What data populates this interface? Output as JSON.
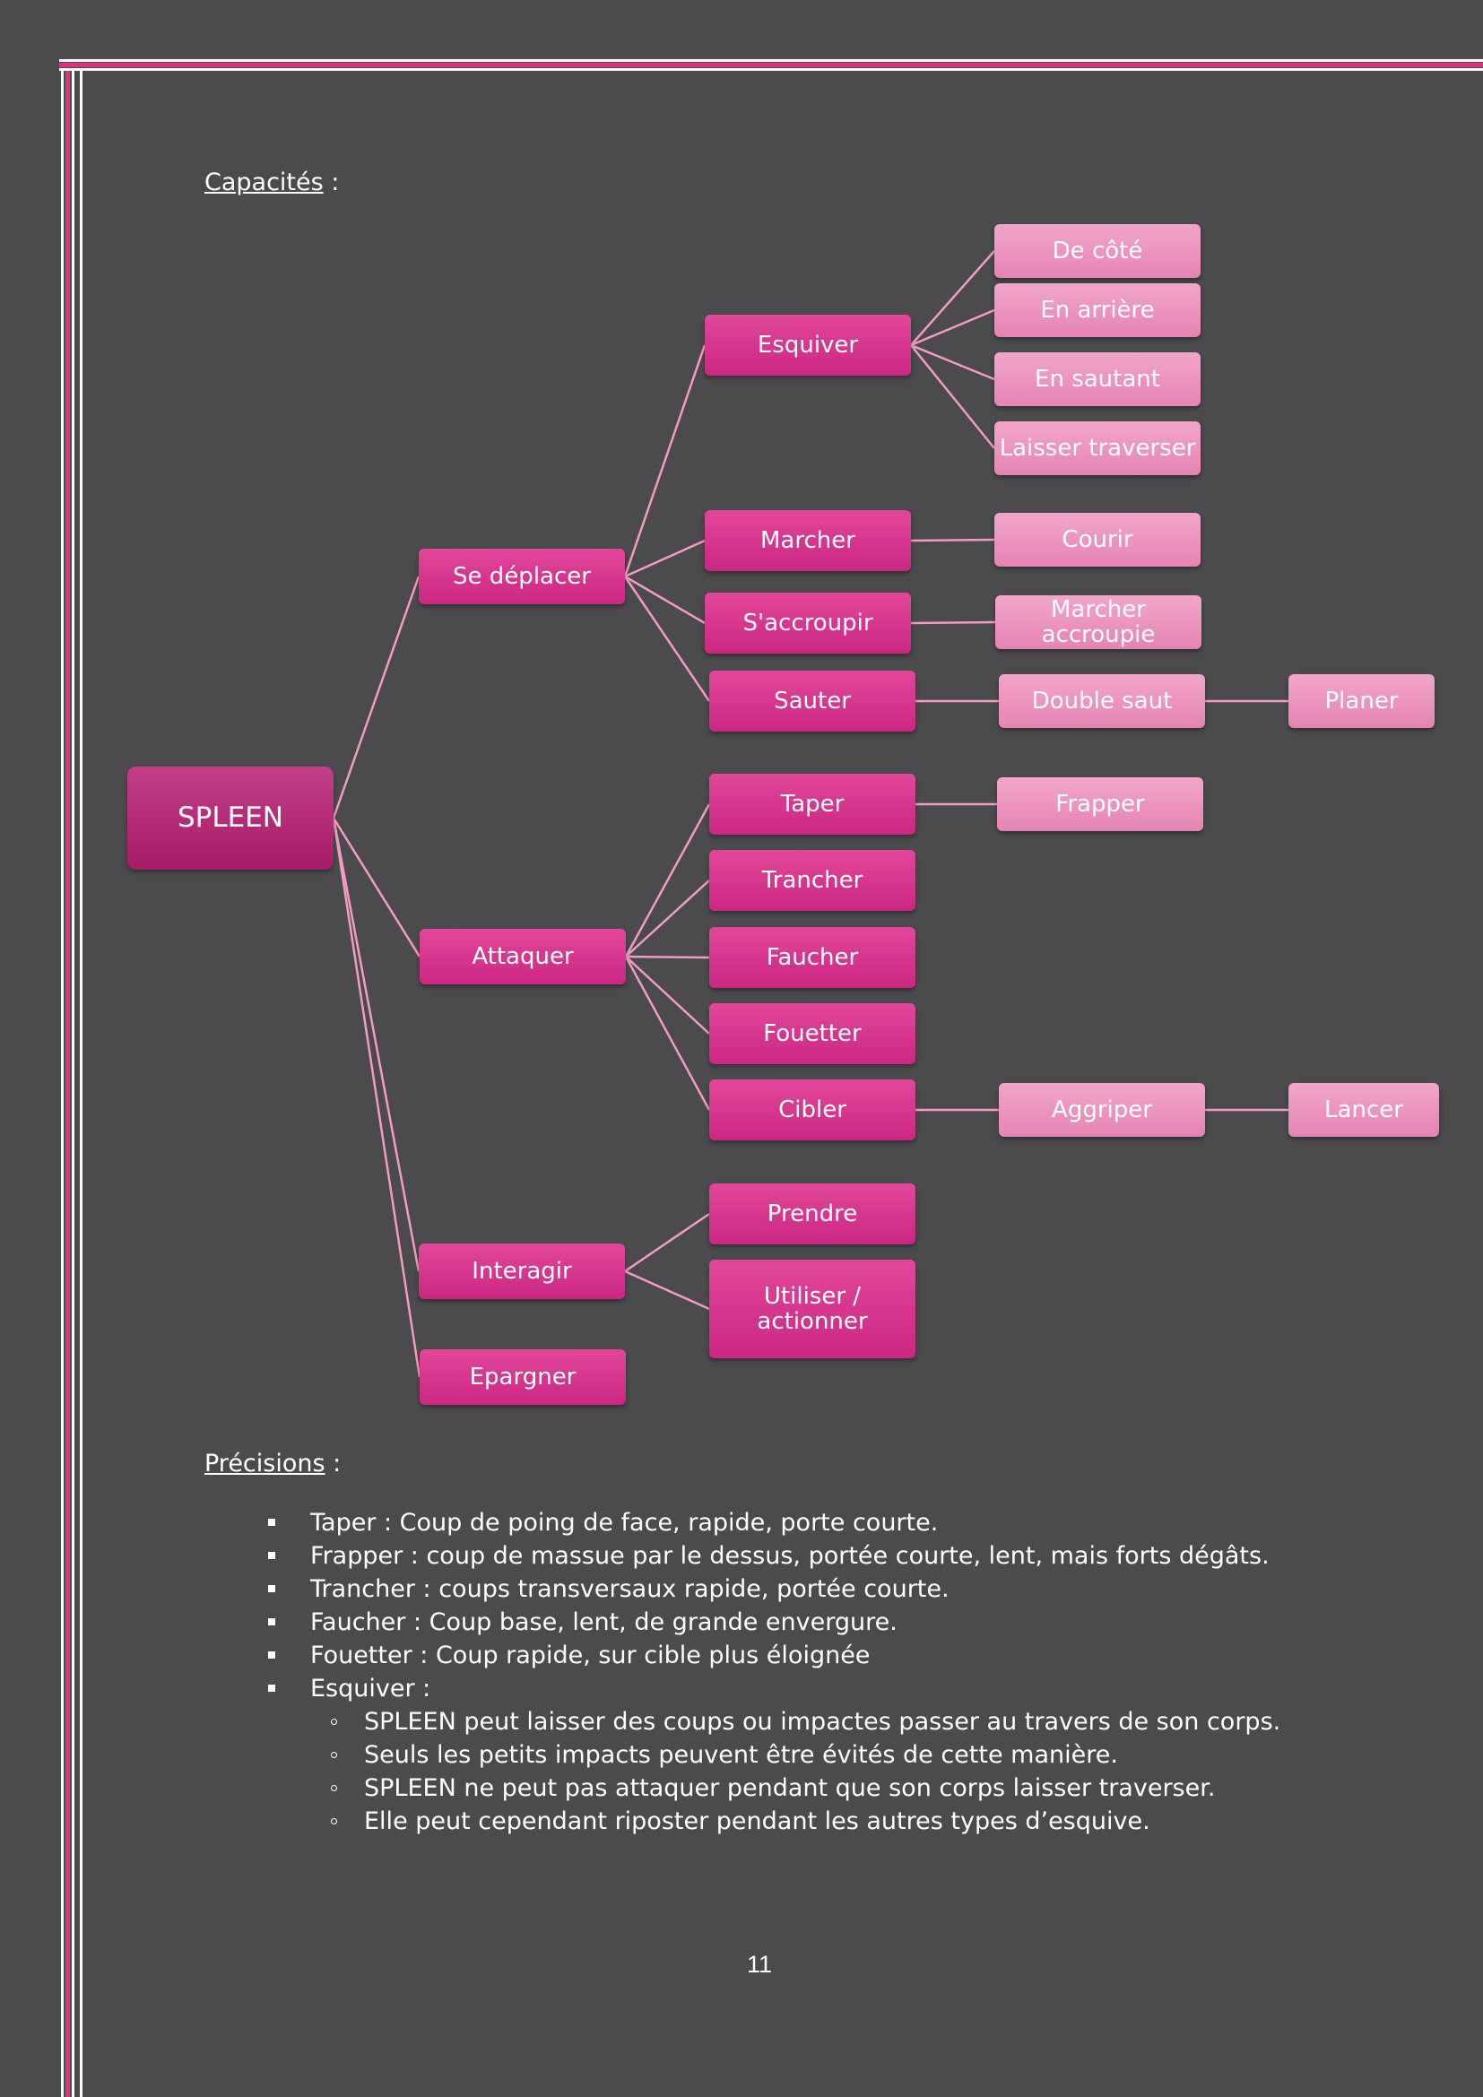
{
  "headings": {
    "capacites_word": "Capacités",
    "capacites_suffix": " :",
    "precisions_word": "Précisions",
    "precisions_suffix": " :"
  },
  "diagram": {
    "nodes": {
      "spleen": "SPLEEN",
      "se_deplacer": "Se déplacer",
      "attaquer": "Attaquer",
      "interagir": "Interagir",
      "epargner": "Epargner",
      "esquiver": "Esquiver",
      "marcher": "Marcher",
      "saccroupir": "S'accroupir",
      "sauter": "Sauter",
      "taper": "Taper",
      "trancher": "Trancher",
      "faucher": "Faucher",
      "fouetter": "Fouetter",
      "cibler": "Cibler",
      "prendre": "Prendre",
      "utiliser": "Utiliser /\nactionner",
      "de_cote": "De côté",
      "en_arriere": "En arrière",
      "en_sautant": "En sautant",
      "laisser_traverser": "Laisser traverser",
      "courir": "Courir",
      "marcher_accroupie": "Marcher\naccroupie",
      "double_saut": "Double saut",
      "planer": "Planer",
      "frapper": "Frapper",
      "aggriper": "Aggriper",
      "lancer": "Lancer"
    }
  },
  "precisions": [
    "Taper : Coup de poing de face, rapide, porte courte.",
    "Frapper : coup de massue par le dessus, portée courte, lent, mais forts dégâts.",
    "Trancher : coups transversaux rapide, portée courte.",
    "Faucher : Coup base, lent, de grande envergure.",
    "Fouetter : Coup rapide, sur cible plus éloignée",
    "Esquiver :"
  ],
  "esquiver_details": [
    "SPLEEN peut laisser des coups ou impactes passer au travers de son corps.",
    "Seuls les petits impacts peuvent être évités de cette manière.",
    "SPLEEN ne peut pas attaquer pendant que son corps laisser traverser.",
    "Elle peut cependant riposter pendant les autres types d’esquive."
  ],
  "page_number": "11",
  "colors": {
    "background": "#4b4b4d",
    "border_pink": "#e0307e",
    "node_dark": "#a61c66",
    "node_mid": "#d6328b",
    "node_light": "#ec98bf",
    "connector": "#f29cc2"
  }
}
